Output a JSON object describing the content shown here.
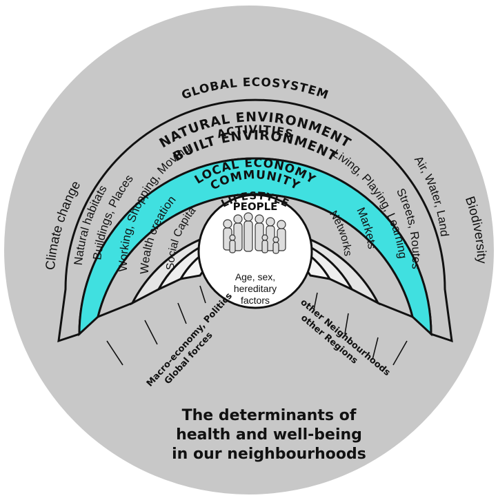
{
  "diagram": {
    "rings": {
      "global_ecosystem": "GLOBAL ECOSYSTEM",
      "natural_environment": "NATURAL ENVIRONMENT",
      "built_environment": "BUILT ENVIRONMENT",
      "activities": "ACTIVITIES",
      "local_economy": "LOCAL ECONOMY",
      "community": "COMMUNITY",
      "lifestyle": "LIFESTYLE",
      "people": "PEOPLE"
    },
    "left_labels": {
      "climate_change": "Climate change",
      "natural_habitats": "Natural habitats",
      "buildings_places": "Buildings, Places",
      "working_shopping_moving": "Working, Shopping, Moving",
      "wealth_creation": "Wealth creation",
      "social_capital": "Social Capital"
    },
    "right_labels": {
      "biodiversity": "Biodiversity",
      "air_water_land": "Air, Water, Land",
      "streets_routes": "Streets, Routes",
      "living_playing_learning": "Living, Playing, Learning",
      "markets": "Markets",
      "networks": "Networks"
    },
    "center": {
      "line1": "Age, sex,",
      "line2": "hereditary",
      "line3": "factors"
    },
    "forces": {
      "left_line1": "Macro-economy, Politics",
      "left_line2": "Global forces",
      "right_line1": "other Neighbourhoods",
      "right_line2": "other Regions"
    },
    "caption": {
      "line1": "The determinants of",
      "line2": "health and well-being",
      "line3": "in our neighbourhoods"
    },
    "colors": {
      "outer_disc": "#c8c8c8",
      "built_environment_band": "#40e0e0",
      "ring_light": "#e4e4e4",
      "ring_lighter": "#f0f0f0",
      "stroke": "#111111"
    }
  }
}
